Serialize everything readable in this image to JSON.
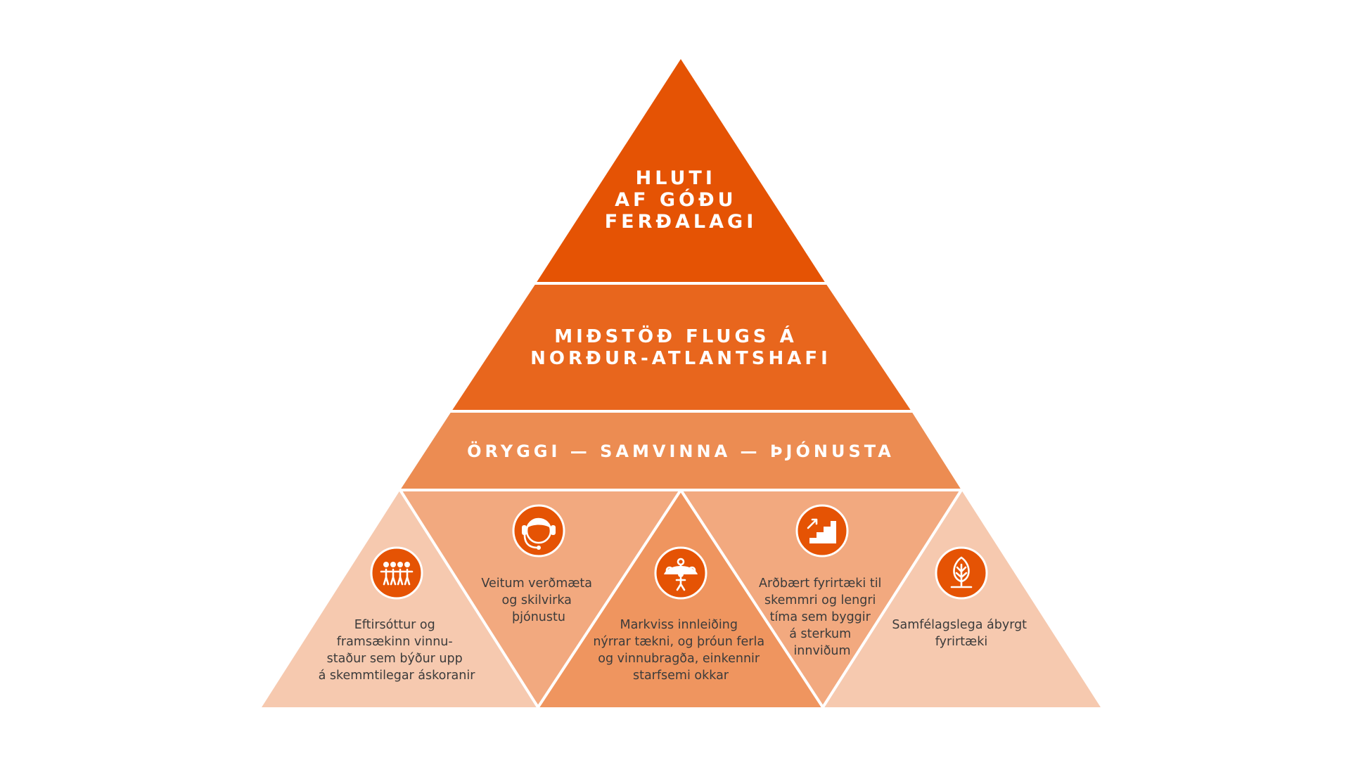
{
  "colors": {
    "tier1": "#e55304",
    "tier2": "#e8661d",
    "tier3": "#ec8c52",
    "middle_up": "#f2a97f",
    "middle_down": "#ef955f",
    "outer": "#f6c9af",
    "icon": "#e55304",
    "separator": "#ffffff",
    "text_dark": "#3b3b3b"
  },
  "tiers": {
    "top": {
      "lines": [
        "HLUTI",
        "AF GÓÐU",
        "FERÐALAGI"
      ]
    },
    "middle": {
      "lines": [
        "MIÐSTÖÐ FLUGS Á",
        "NORÐUR-ATLANTSHAFI"
      ]
    },
    "values": {
      "lines": [
        "ÖRYGGI — SAMVINNA — ÞJÓNUSTA"
      ]
    }
  },
  "pillars": [
    {
      "icon": "people-group-icon",
      "lines": [
        "Eftirsóttur og",
        "framsækinn vinnu-",
        "staður sem býður upp",
        "á skemmtilegar áskoranir"
      ]
    },
    {
      "icon": "headset-agent-icon",
      "lines": [
        "Veitum verðmæta",
        "og skilvirka",
        "þjónustu"
      ]
    },
    {
      "icon": "innovation-ideas-icon",
      "lines": [
        "Markviss innleiðing",
        "nýrrar tækni, og þróun ferla",
        "og vinnubragða, einkennir",
        "starfsemi okkar"
      ]
    },
    {
      "icon": "growth-stairs-icon",
      "lines": [
        "Arðbært fyrirtæki til",
        "skemmri og lengri",
        "tíma sem byggir",
        "á sterkum",
        "innviðum"
      ]
    },
    {
      "icon": "sustainability-leaf-icon",
      "lines": [
        "Samfélagslega ábyrgt",
        "fyrirtæki"
      ]
    }
  ]
}
